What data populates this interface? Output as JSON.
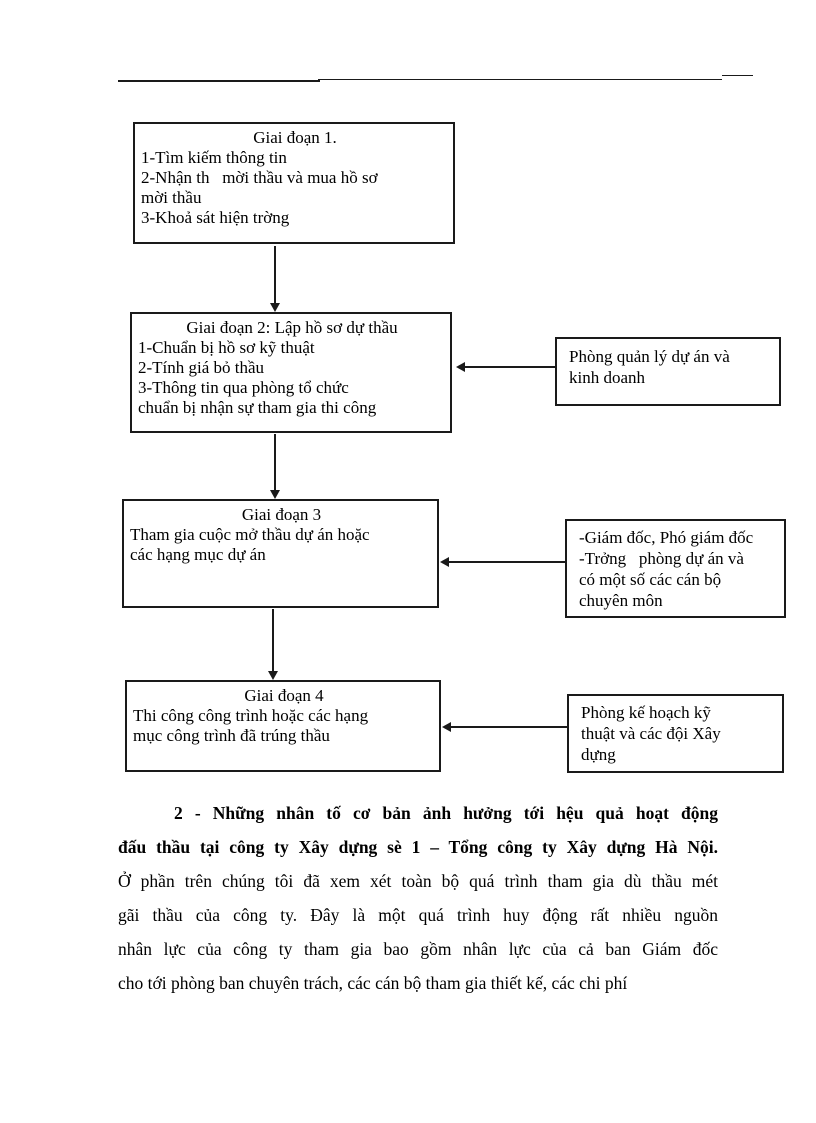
{
  "flowchart": {
    "stage1": {
      "title": "Giai đoạn 1.",
      "lines": [
        "1-Tìm kiếm thông tin",
        "2-Nhận th   mời thầu và mua hồ sơ",
        "mời thầu",
        "3-Khoả sát hiện trờng"
      ]
    },
    "stage2": {
      "title": "Giai đoạn 2: Lập hồ sơ dự thầu",
      "lines": [
        "1-Chuẩn bị hồ sơ kỹ thuật",
        "2-Tính giá bỏ thầu",
        "3-Thông tin qua phòng tổ chức",
        "chuẩn bị nhận sự tham gia thi công"
      ]
    },
    "stage3": {
      "title": "Giai đoạn 3",
      "lines": [
        "Tham gia cuộc mở thầu dự án hoặc",
        "các hạng mục dự án"
      ]
    },
    "stage4": {
      "title": "Giai đoạn 4",
      "lines": [
        "Thi công công trình hoặc các hạng",
        "mục công trình đã trúng thầu"
      ]
    },
    "side1": {
      "lines": [
        "Phòng quản lý dự án và",
        "kinh doanh"
      ]
    },
    "side2": {
      "lines": [
        "-Giám đốc, Phó giám đốc",
        "-Trởng   phòng dự án và",
        "có một số các cán bộ",
        "chuyên môn"
      ]
    },
    "side3": {
      "lines": [
        "Phòng kế hoạch kỹ",
        "thuật và các đội Xây",
        "dựng"
      ]
    }
  },
  "paragraph": {
    "lines": [
      "2 - Những nhân tố cơ bản ảnh hưởng tới hệu quả hoạt động",
      "đấu thầu tại công ty Xây dựng sè 1 – Tổng công ty Xây dựng Hà Nội.",
      "Ở phần trên chúng tôi đã xem xét toàn bộ quá trình tham gia dù thầu mét",
      "gãi thầu của công ty. Đây là một quá trình huy động rất nhiều nguồn",
      "nhân lực của công ty tham gia bao gồm nhân lực của cả ban Giám đốc",
      "cho tới phòng ban chuyên trách, các cán bộ tham gia thiết kế, các chi phí"
    ]
  }
}
